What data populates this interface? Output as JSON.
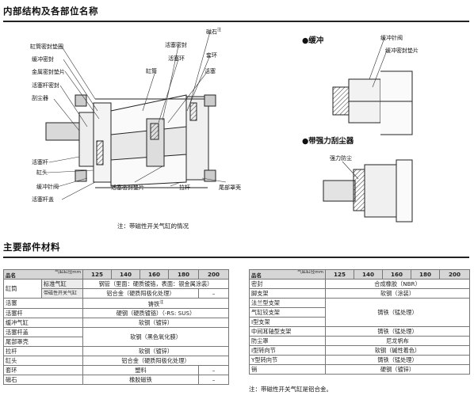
{
  "section1": {
    "title": "内部结构及各部位名称",
    "left_labels": [
      "缸筒密封垫圈",
      "缓冲密封",
      "金属密封垫片",
      "活塞杆密封",
      "刮尘器",
      "活塞杆",
      "缸头",
      "缓冲针阀",
      "活塞杆盖"
    ],
    "top_labels": [
      "活塞密封",
      "活塞环",
      "缸筒",
      "磁石",
      "套环",
      "活塞"
    ],
    "magnet_note_mark": "注",
    "bottom_labels": [
      "活塞密封垫片",
      "拉杆",
      "尾部罩壳"
    ],
    "note": "注：带磁性开关气缸的情况",
    "cushion": {
      "title": "●缓冲",
      "labels": [
        "缓冲针阀",
        "缓冲密封垫片"
      ]
    },
    "scraper": {
      "title": "●带强力刮尘器",
      "labels": [
        "强力防尘"
      ]
    }
  },
  "section2": {
    "title": "主要部件材料",
    "header_corner_top": "气缸缸径mm",
    "header_corner_bottom": "品名",
    "bores": [
      "125",
      "140",
      "160",
      "180",
      "200"
    ],
    "left_rows": [
      {
        "name": "缸筒",
        "sub": "标准气缸",
        "value": "钢管（里面：硬质镀铬，表面：银金属涂装）"
      },
      {
        "name": "",
        "sub": "带磁性开关气缸",
        "value": "铝合金（硬质阳极化处理）",
        "extra": "–"
      },
      {
        "name": "活塞",
        "value": "铸铁",
        "value_mark": "注"
      },
      {
        "name": "活塞杆",
        "value": "硬钢（硬质镀铬）（-RS: SUS）"
      },
      {
        "name": "缓冲气缸",
        "value": "软钢（镀锌）"
      },
      {
        "name": "活塞杆盖",
        "value": "软钢（黑色氧化膜）"
      },
      {
        "name": "尾部罩壳",
        "value": ""
      },
      {
        "name": "拉杆",
        "value": "软钢（镀锌）"
      },
      {
        "name": "缸头",
        "value": "铝合金（硬质阳极化处理）"
      },
      {
        "name": "套环",
        "value": "塑料",
        "extra": "–"
      },
      {
        "name": "磁石",
        "value": "橡胶磁铁",
        "extra": "–"
      }
    ],
    "right_rows": [
      {
        "name": "密封",
        "value": "合成橡胶（NBR）"
      },
      {
        "name": "脚支架",
        "value": "软钢（涂装）"
      },
      {
        "name": "法兰型支架",
        "value": "铸铁（锰处理）"
      },
      {
        "name": "气缸铰支架",
        "value": ""
      },
      {
        "name": "I型支架",
        "value": ""
      },
      {
        "name": "中间耳轴型支架",
        "value": "铸铁（锰处理）"
      },
      {
        "name": "防尘罩",
        "value": "尼龙帆布"
      },
      {
        "name": "I型转向节",
        "value": "软钢（碱性着色）"
      },
      {
        "name": "Y型转向节",
        "value": "铸铁（锰处理）"
      },
      {
        "name": "销",
        "value": "硬钢（镀锌）"
      }
    ],
    "right_note": "注：带磁性开关气缸是铝合金。"
  }
}
